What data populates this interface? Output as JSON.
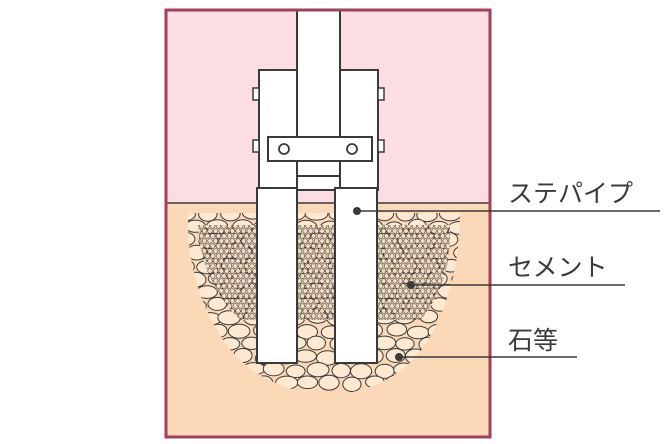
{
  "labels": {
    "steel_pipe": "ステパイプ",
    "cement": "セメント",
    "stones": "石等"
  },
  "colors": {
    "sky_fill": "#fcdde2",
    "ground_fill": "#fbd9b8",
    "frame": "#a0405a",
    "line": "#3a3a3a",
    "post_fill": "#ffffff",
    "text": "#3a3a3a"
  }
}
